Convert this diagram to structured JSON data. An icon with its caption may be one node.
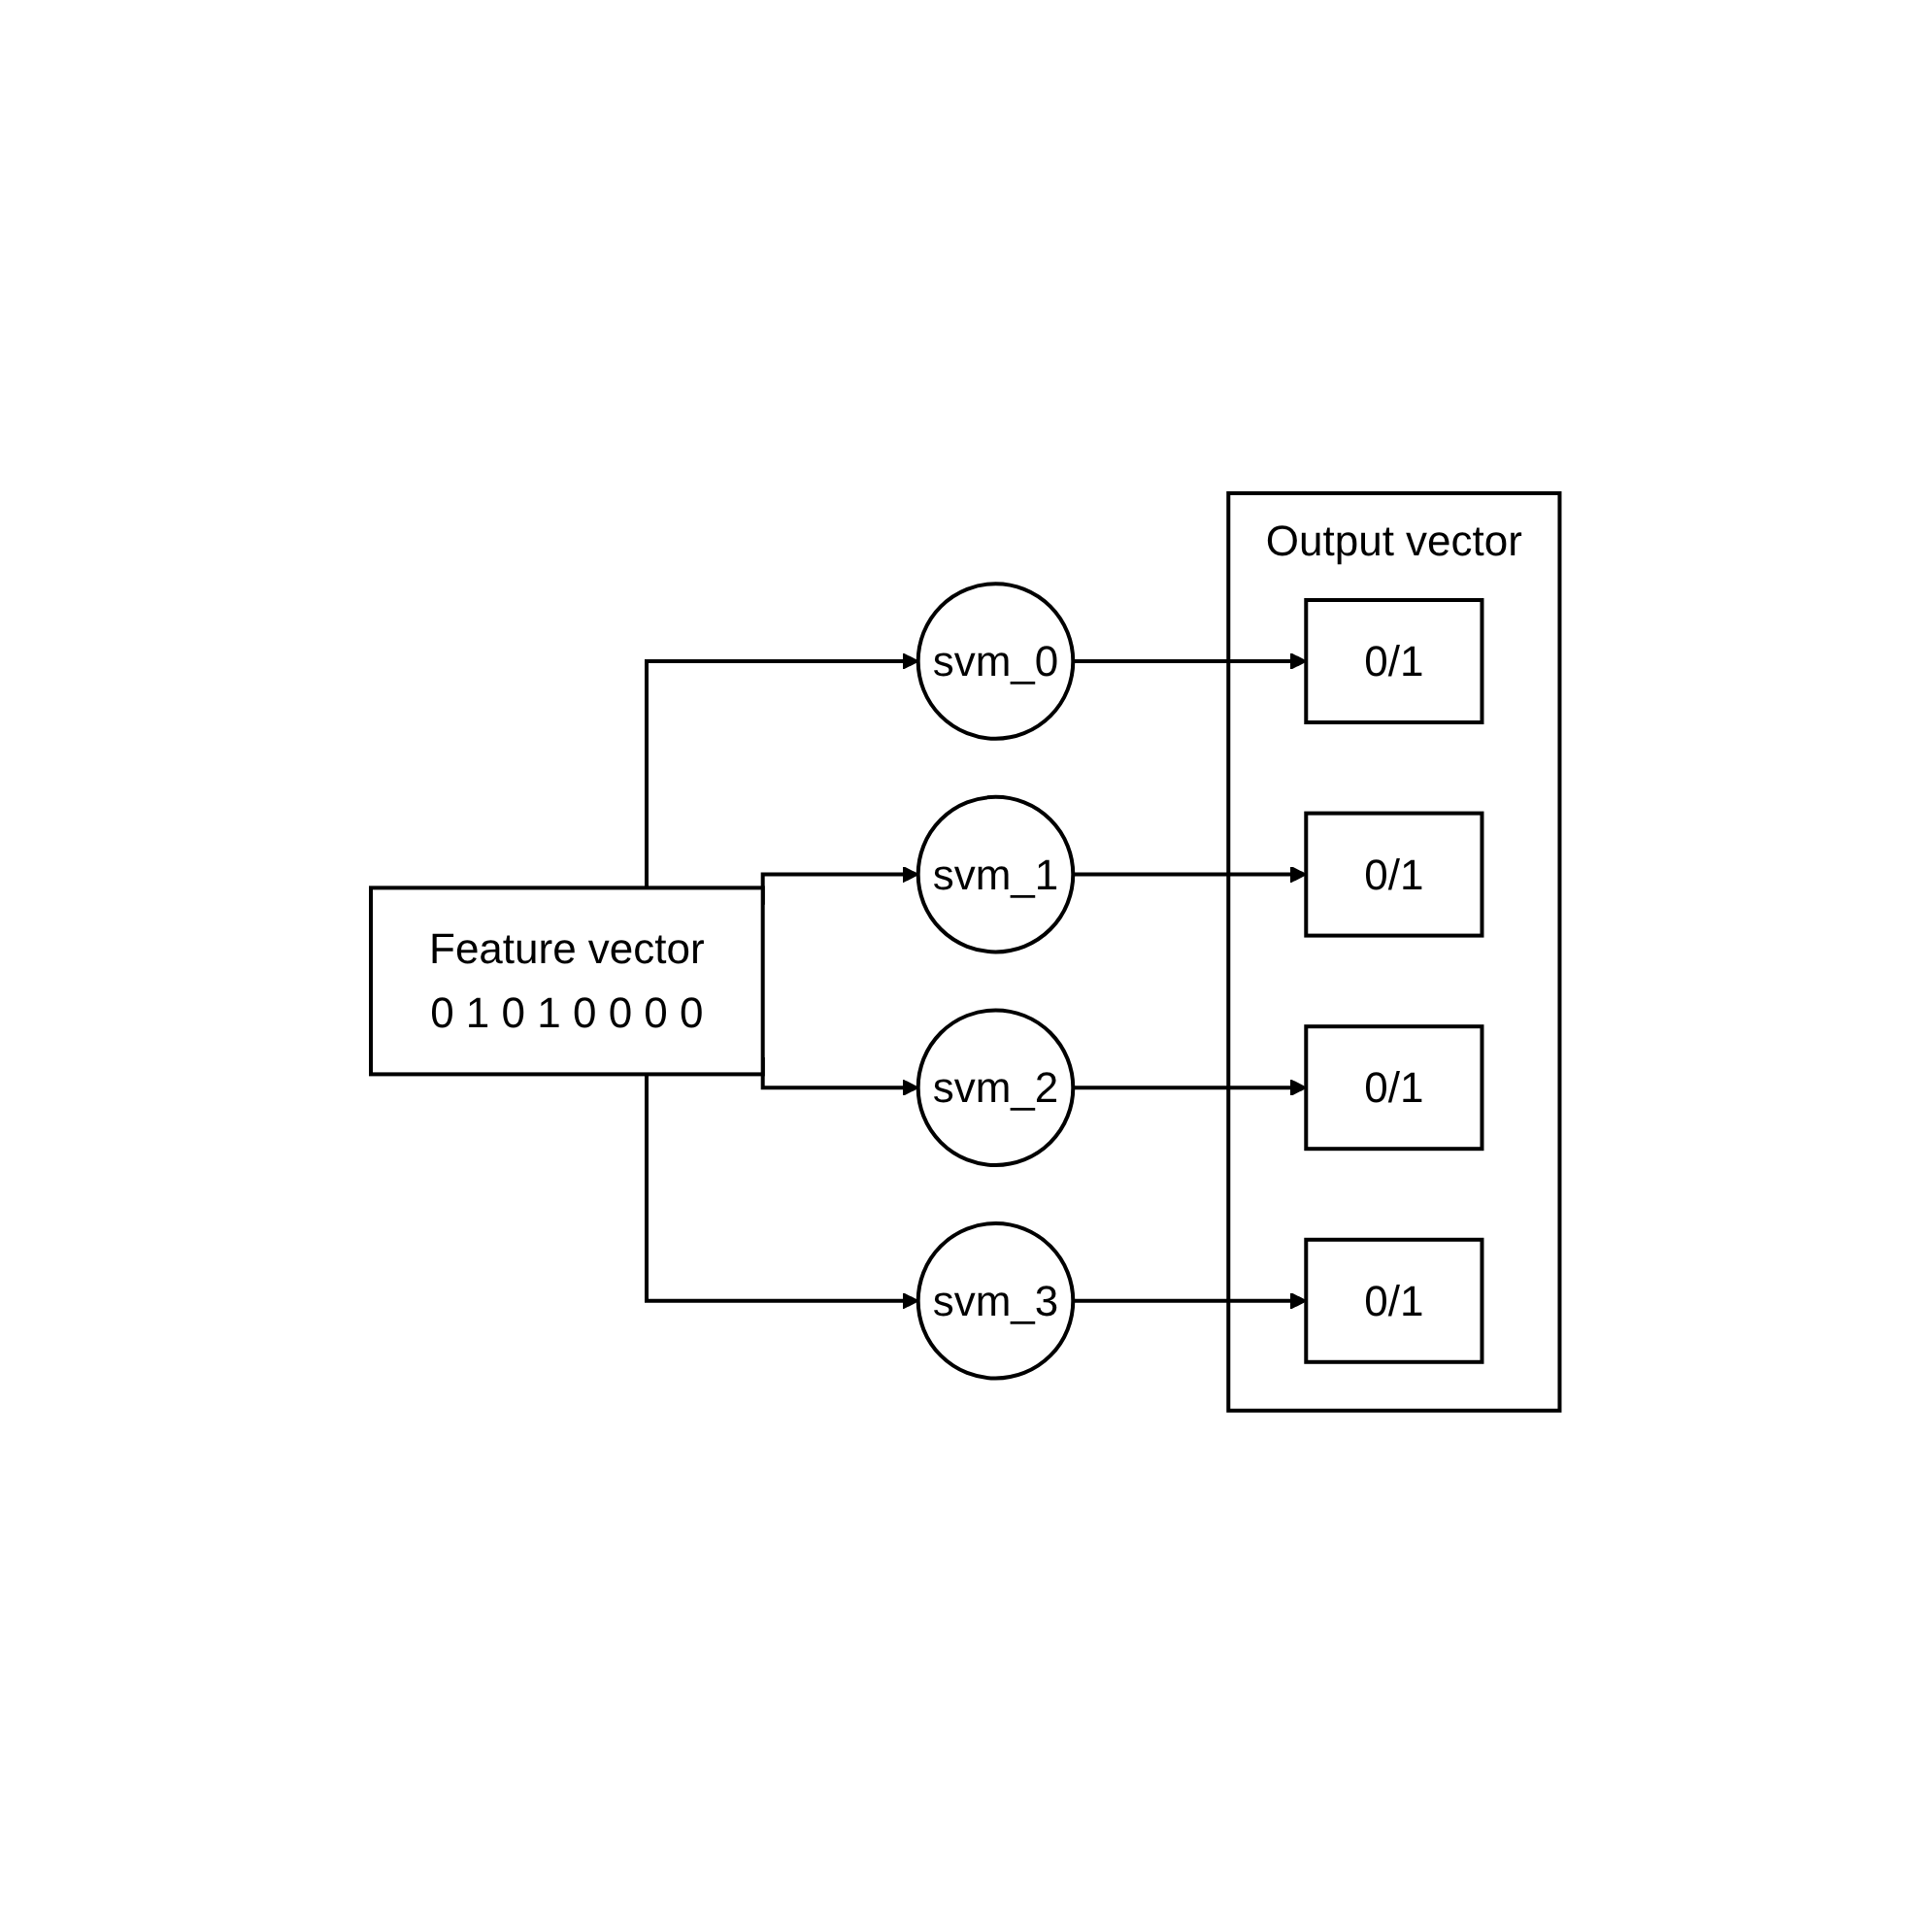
{
  "diagram": {
    "nodes": [
      {
        "text": [
          "Feature vector",
          "0 1 0 1 0 0 0 0"
        ]
      },
      {
        "text": [
          "svm_0"
        ]
      },
      {
        "text": [
          "svm_1"
        ]
      },
      {
        "text": [
          "svm_2"
        ]
      },
      {
        "text": [
          "svm_3"
        ]
      },
      {
        "text": [
          "Output vector"
        ]
      },
      {
        "text": [
          "0/1"
        ],
        "in": 5
      },
      {
        "text": [
          "0/1"
        ],
        "in": 5
      },
      {
        "text": [
          "0/1"
        ],
        "in": 5
      },
      {
        "text": [
          "0/1"
        ],
        "in": 5
      }
    ],
    "edges": [
      {
        "from": 0,
        "to": 1,
        "arrow": "to"
      },
      {
        "from": 0,
        "to": 2,
        "arrow": "to"
      },
      {
        "from": 0,
        "to": 3,
        "arrow": "to"
      },
      {
        "from": 0,
        "to": 4,
        "arrow": "to"
      },
      {
        "from": 1,
        "to": 6,
        "arrow": "to"
      },
      {
        "from": 2,
        "to": 7,
        "arrow": "to"
      },
      {
        "from": 3,
        "to": 8,
        "arrow": "to"
      },
      {
        "from": 4,
        "to": 9,
        "arrow": "to"
      }
    ]
  }
}
